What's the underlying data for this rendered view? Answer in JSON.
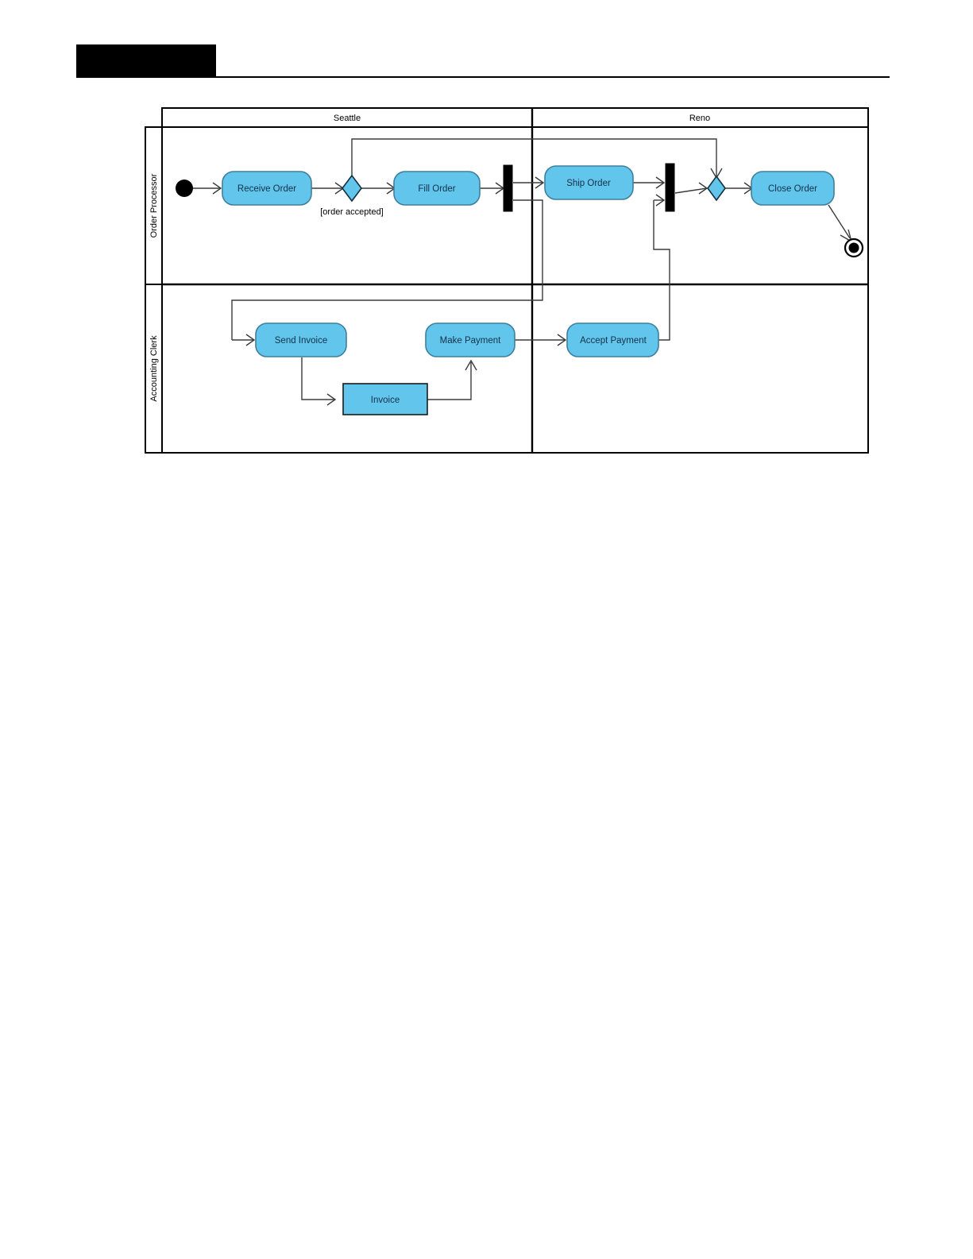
{
  "document": {
    "header": {
      "redaction_label": "",
      "has_rule": true
    }
  },
  "diagram": {
    "kind": "uml-activity-diagram-with-swimlanes",
    "columns": [
      {
        "id": "seattle",
        "label": "Seattle"
      },
      {
        "id": "reno",
        "label": "Reno"
      }
    ],
    "rows": [
      {
        "id": "order-processor",
        "label": "Order Processor"
      },
      {
        "id": "accounting-clerk",
        "label": "Accounting Clerk"
      }
    ],
    "nodes": [
      {
        "id": "initial",
        "type": "initial",
        "label": "",
        "column": "seattle",
        "row": "order-processor"
      },
      {
        "id": "receive-order",
        "type": "action",
        "label": "Receive Order",
        "column": "seattle",
        "row": "order-processor"
      },
      {
        "id": "decision",
        "type": "decision",
        "label": "",
        "column": "seattle",
        "row": "order-processor"
      },
      {
        "id": "fill-order",
        "type": "action",
        "label": "Fill Order",
        "column": "seattle",
        "row": "order-processor"
      },
      {
        "id": "fork",
        "type": "fork",
        "label": "",
        "column": "seattle",
        "row": "order-processor"
      },
      {
        "id": "ship-order",
        "type": "action",
        "label": "Ship Order",
        "column": "reno",
        "row": "order-processor"
      },
      {
        "id": "join",
        "type": "join",
        "label": "",
        "column": "reno",
        "row": "order-processor"
      },
      {
        "id": "merge",
        "type": "merge",
        "label": "",
        "column": "reno",
        "row": "order-processor"
      },
      {
        "id": "close-order",
        "type": "action",
        "label": "Close Order",
        "column": "reno",
        "row": "order-processor"
      },
      {
        "id": "final",
        "type": "final",
        "label": "",
        "column": "reno",
        "row": "order-processor"
      },
      {
        "id": "send-invoice",
        "type": "action",
        "label": "Send Invoice",
        "column": "seattle",
        "row": "accounting-clerk"
      },
      {
        "id": "invoice",
        "type": "object",
        "label": "Invoice",
        "column": "seattle",
        "row": "accounting-clerk"
      },
      {
        "id": "make-payment",
        "type": "action",
        "label": "Make Payment",
        "column": "seattle",
        "row": "accounting-clerk"
      },
      {
        "id": "accept-payment",
        "type": "action",
        "label": "Accept Payment",
        "column": "reno",
        "row": "accounting-clerk"
      }
    ],
    "edges": [
      {
        "from": "initial",
        "to": "receive-order",
        "guard": ""
      },
      {
        "from": "receive-order",
        "to": "decision",
        "guard": ""
      },
      {
        "from": "decision",
        "to": "fill-order",
        "guard": "[order accepted]"
      },
      {
        "from": "decision",
        "to": "merge",
        "guard": ""
      },
      {
        "from": "fill-order",
        "to": "fork",
        "guard": ""
      },
      {
        "from": "fork",
        "to": "ship-order",
        "guard": ""
      },
      {
        "from": "fork",
        "to": "send-invoice",
        "guard": ""
      },
      {
        "from": "ship-order",
        "to": "join",
        "guard": ""
      },
      {
        "from": "join",
        "to": "merge",
        "guard": ""
      },
      {
        "from": "merge",
        "to": "close-order",
        "guard": ""
      },
      {
        "from": "close-order",
        "to": "final",
        "guard": ""
      },
      {
        "from": "send-invoice",
        "to": "invoice",
        "guard": ""
      },
      {
        "from": "invoice",
        "to": "make-payment",
        "guard": ""
      },
      {
        "from": "make-payment",
        "to": "accept-payment",
        "guard": ""
      },
      {
        "from": "accept-payment",
        "to": "join",
        "guard": ""
      }
    ],
    "guards": [
      {
        "id": "order-accepted",
        "text": "[order accepted]"
      }
    ],
    "node_labels": {
      "receive_order": "Receive Order",
      "fill_order": "Fill Order",
      "ship_order": "Ship Order",
      "close_order": "Close Order",
      "send_invoice": "Send Invoice",
      "invoice": "Invoice",
      "make_payment": "Make Payment",
      "accept_payment": "Accept Payment"
    },
    "colors": {
      "node_fill": "#62c6ec",
      "node_stroke": "#3f7f9c",
      "object_stroke": "#1b1b1b",
      "node_text": "#13304a",
      "flow_line": "#3b3b3b",
      "frame_line": "#000000",
      "bar_fill": "#000000",
      "page_background": "#ffffff"
    }
  }
}
